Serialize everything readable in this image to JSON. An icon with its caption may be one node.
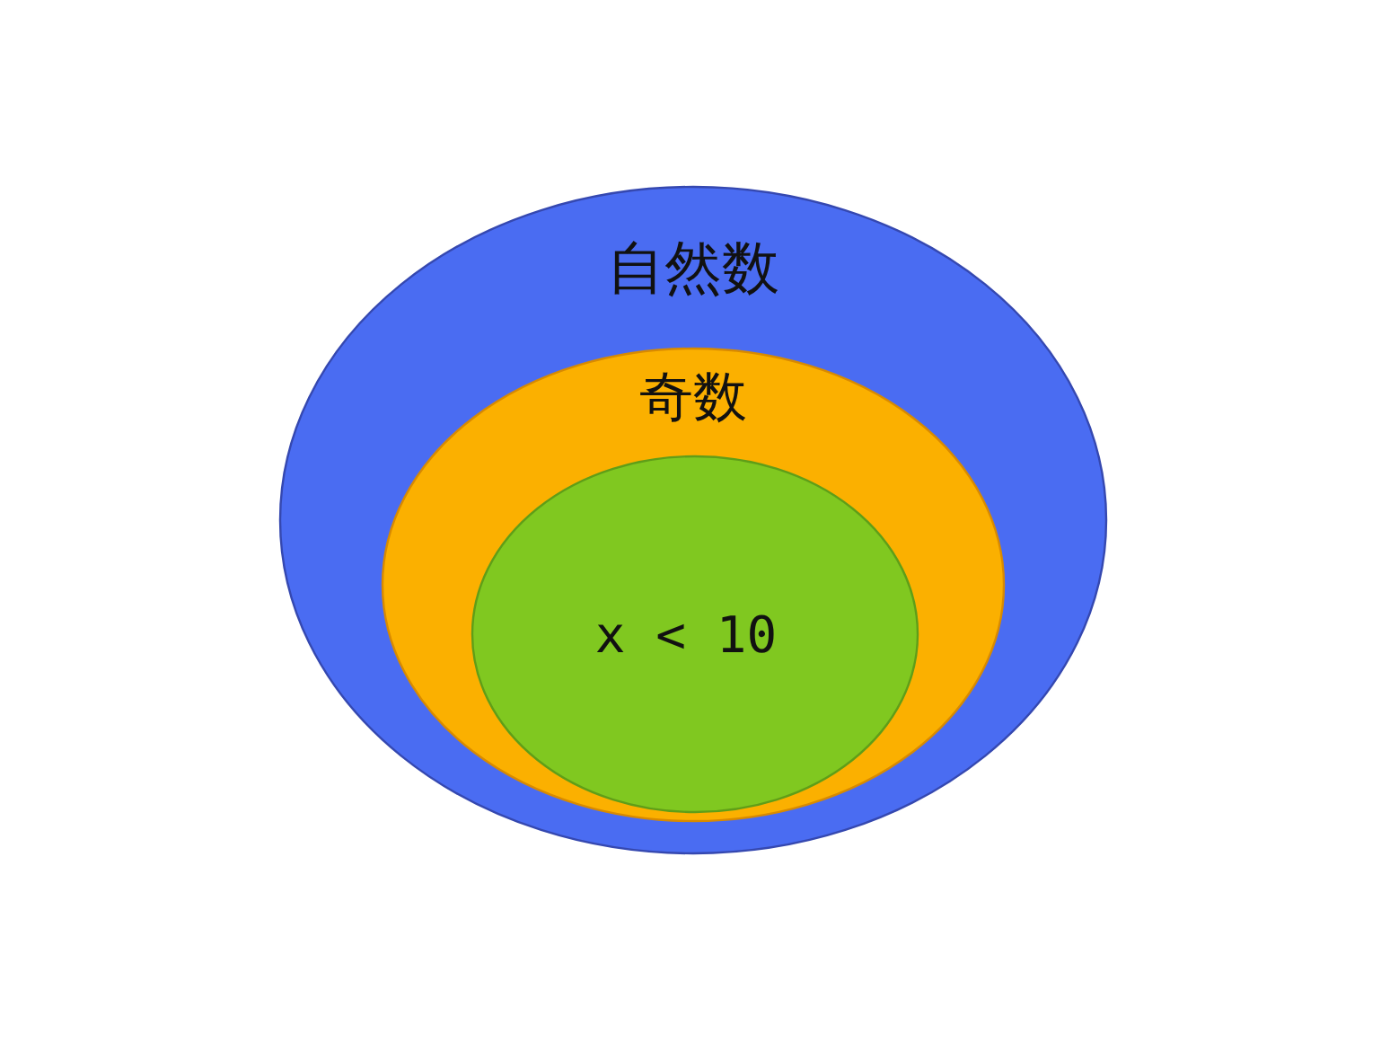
{
  "diagram": {
    "nodes": [
      {
        "text": [
          "自然数"
        ]
      },
      {
        "text": [
          "奇数"
        ],
        "in": 0
      },
      {
        "text": [
          "x < 10"
        ],
        "in": 1
      }
    ]
  }
}
